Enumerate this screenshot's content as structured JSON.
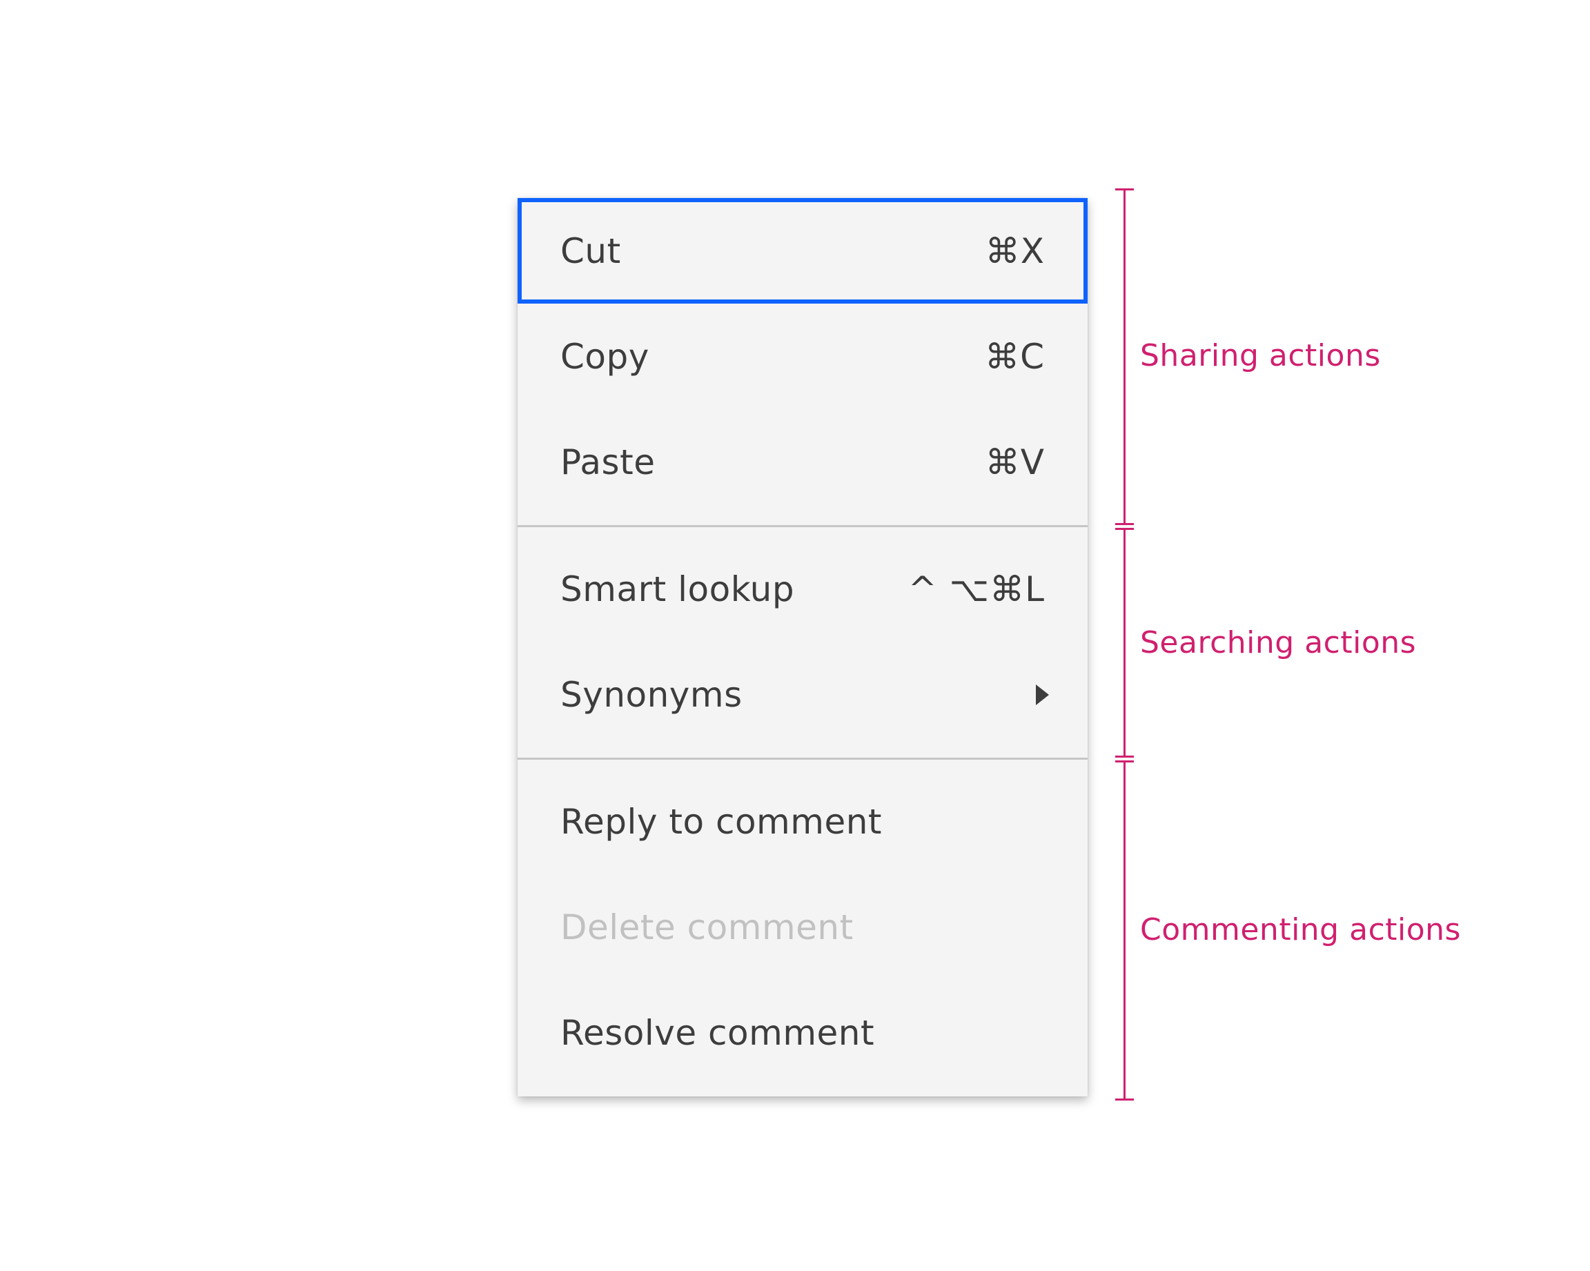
{
  "menu": {
    "items": [
      {
        "label": "Cut",
        "shortcut": "⌘X",
        "state": "focused"
      },
      {
        "label": "Copy",
        "shortcut": "⌘C",
        "state": "default"
      },
      {
        "label": "Paste",
        "shortcut": "⌘V",
        "state": "default"
      },
      {
        "label": "Smart lookup",
        "shortcut": "^ ⌥⌘L",
        "state": "default"
      },
      {
        "label": "Synonyms",
        "submenu_icon": "caret-right-icon",
        "state": "default"
      },
      {
        "label": "Reply to comment",
        "state": "default"
      },
      {
        "label": "Delete comment",
        "state": "disabled"
      },
      {
        "label": "Resolve comment",
        "state": "default"
      }
    ]
  },
  "annotations": {
    "sharing": "Sharing actions",
    "searching": "Searching actions",
    "commenting": "Commenting actions"
  },
  "colors": {
    "focus_border": "#0f62fe",
    "annotation": "#d0206f",
    "menu_background": "#f4f4f4",
    "text": "#3d3d3d",
    "disabled_text": "#c1c1c1",
    "divider": "#c6c6c6"
  }
}
